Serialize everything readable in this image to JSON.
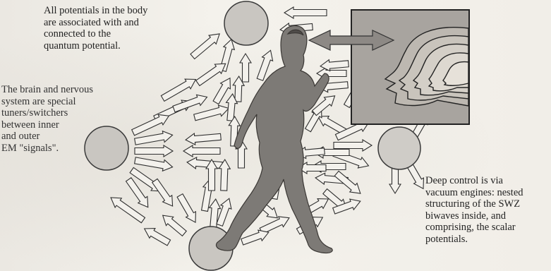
{
  "captions": {
    "potentials": "All potentials in the body\nare associated with and\nconnected to the\nquantum potential.",
    "brain": "The brain and nervous\nsystem are special\ntuners/switchers\nbetween inner\nand outer\nEM \"signals\".",
    "control": "Deep control is via\nvacuum engines:  nested\nstructuring of the SWZ\nbiwaves inside, and\ncomprising, the scalar\npotentials."
  },
  "colors": {
    "circle_fill": "#c9c6c1",
    "arrow_fill": "#f3f1ec",
    "figure_fill": "#7d7a76",
    "inset_fill": "#a8a49f"
  },
  "icons": {
    "nodes": "circle",
    "connections": "hollow-arrow",
    "figure": "walking-man",
    "inset": "head-profile-contours"
  }
}
